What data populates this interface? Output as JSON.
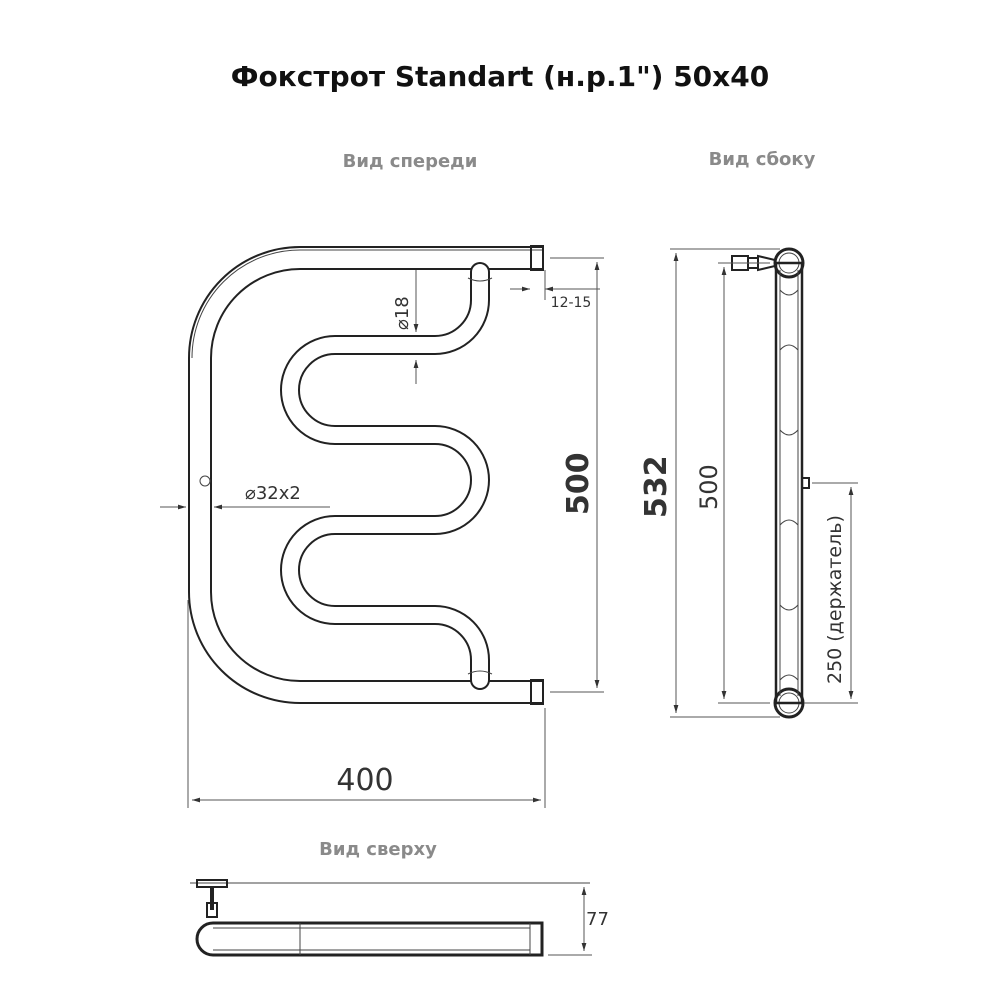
{
  "title": "Фокстрот Standart (н.р.1\") 50x40",
  "views": {
    "front": "Вид спереди",
    "side": "Вид сбоку",
    "top": "Вид сверху"
  },
  "dimensions": {
    "front_height": "500",
    "front_width": "400",
    "coil_diameter": "⌀18",
    "pipe_diameter": "⌀32x2",
    "gap": "12-15",
    "side_total_height": "532",
    "side_height": "500",
    "holder_spacing": "250 (держатель)",
    "top_depth": "77"
  },
  "colors": {
    "line": "#222222",
    "label_gray": "#8a8a8a"
  }
}
